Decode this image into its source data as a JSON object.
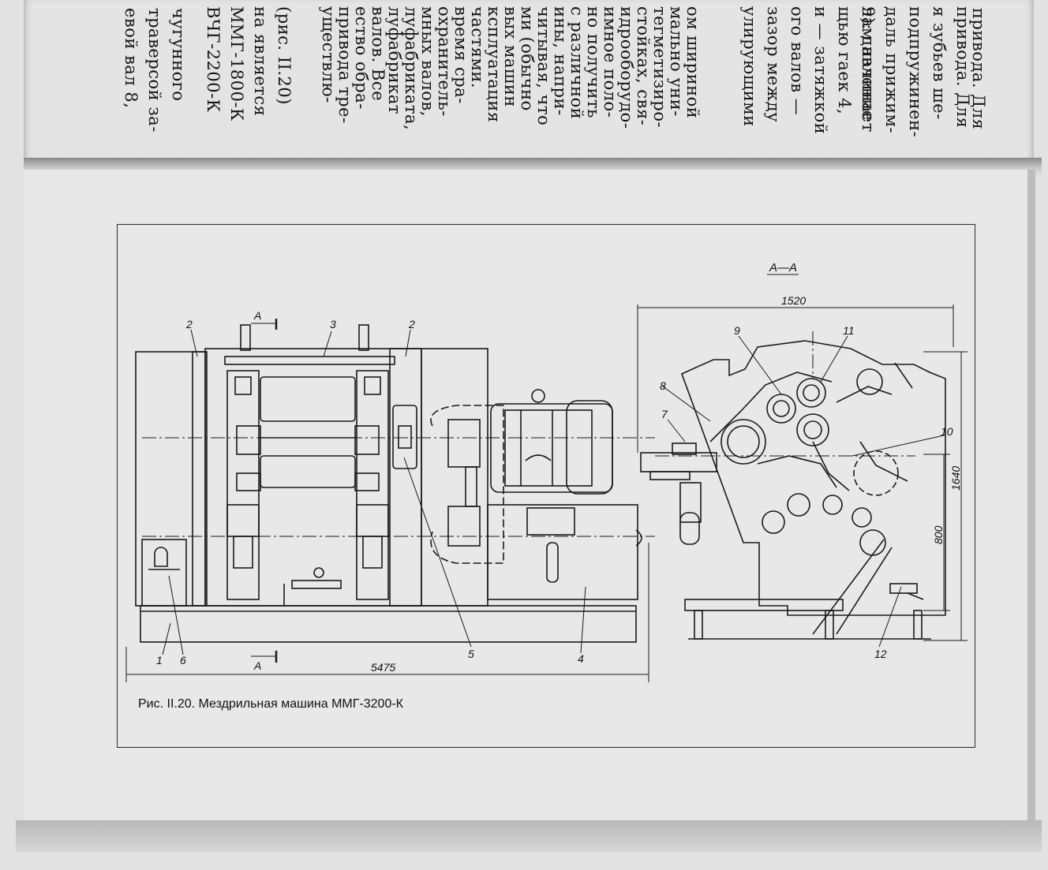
{
  "top_page": {
    "column_1": [
      "привода. Для",
      "я зубьев ше-",
      "подпружинен-",
      "даль прижим-",
      "лам начинает"
    ],
    "column_2": [
      "9): давление",
      "щью гаек 4,",
      "и — затяжкой",
      "ого валов —",
      "зазор между",
      "улирующими"
    ],
    "column_3": [
      "ом шириной",
      "мально уни-",
      "тегметизиро-",
      "стойках, свя-",
      "идрооборудо-",
      "имное поло-",
      "но получить",
      "с различной",
      "ины, напри-",
      "читывая, что",
      "ми (обычно",
      "вых машин",
      "ксплуатация",
      "частями.",
      "время сра-",
      "охранитель-",
      "мных валов,",
      "луфабриката,",
      "луфабрикат",
      "валов. Все",
      "ество обра-",
      "привода тре-",
      "уществлю-"
    ],
    "column_4": [
      "(рис. II.20)",
      "на является",
      "ММГ-1800-К",
      "ВЧГ-2200-К"
    ],
    "column_5": [
      "чугунного",
      "траверсой за-",
      "евой вал 8,"
    ]
  },
  "figure": {
    "caption": "Рис. II.20. Мездрильная машина ММГ-3200-К",
    "section_title": "А—А",
    "section_mark_top": "А",
    "section_mark_bottom": "А",
    "dimensions": {
      "total_length": "5475",
      "section_width": "1520",
      "section_height_total": "1640",
      "section_height_lower": "800"
    },
    "callouts": [
      "1",
      "2",
      "2",
      "3",
      "4",
      "5",
      "6",
      "7",
      "8",
      "9",
      "10",
      "11",
      "12"
    ]
  }
}
